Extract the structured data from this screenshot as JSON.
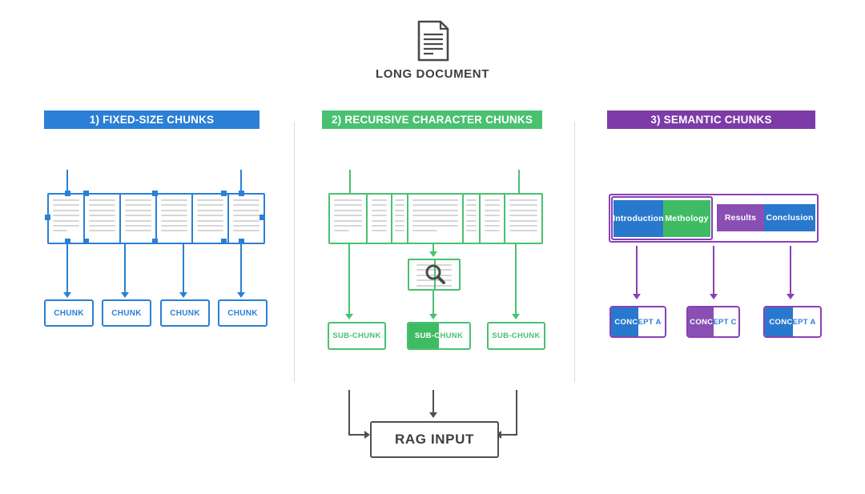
{
  "colors": {
    "blue": "#2b7fd6",
    "blue_fill": "#2878cd",
    "green": "#49c170",
    "green_fill": "#3fbb63",
    "purple": "#8b3fb5",
    "purple_banner": "#7d3ba8",
    "purple_fill": "#8a4fb3",
    "dark": "#4f4f4f",
    "text_dark": "#3d3d3d",
    "doc_line": "#d6d6d6",
    "divider": "#dcdcdc"
  },
  "document": {
    "label": "LONG DOCUMENT"
  },
  "sections": {
    "fixed": {
      "title": "1) FIXED-SIZE CHUNKS",
      "chunks": [
        "CHUNK",
        "CHUNK",
        "CHUNK",
        "CHUNK"
      ]
    },
    "recursive": {
      "title": "2) RECURSIVE CHARACTER CHUNKS",
      "subchunks": [
        "SUB-CHUNK",
        "SUB-CHUNK",
        "SUB-CHUNK"
      ]
    },
    "semantic": {
      "title": "3) SEMANTIC CHUNKS",
      "segments": [
        "Introduction",
        "Methology",
        "Results",
        "Conclusion"
      ],
      "concepts": [
        "CONCEPT A",
        "CONCEPT C",
        "CONCEPT A"
      ]
    }
  },
  "rag": {
    "label": "RAG INPUT"
  }
}
